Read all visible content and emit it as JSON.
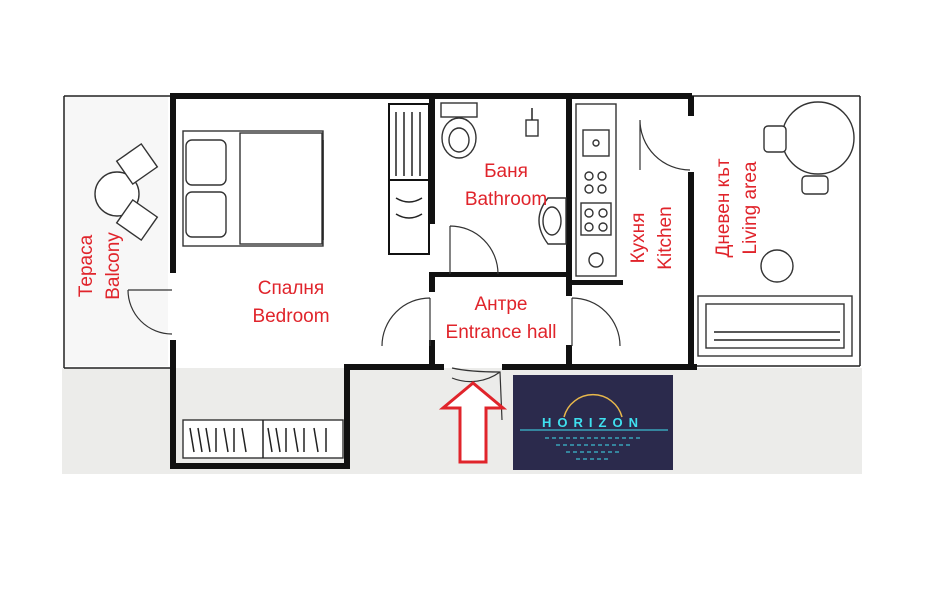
{
  "rooms": {
    "balcony": {
      "bg": "Тераса",
      "en": "Balcony"
    },
    "bedroom": {
      "bg": "Спалня",
      "en": "Bedroom"
    },
    "bathroom": {
      "bg": "Баня",
      "en": "Bathroom"
    },
    "entrance": {
      "bg": "Антре",
      "en": "Entrance hall"
    },
    "kitchen": {
      "bg": "Кухня",
      "en": "Kitchen"
    },
    "living": {
      "bg": "Дневен кът",
      "en": "Living area"
    }
  },
  "logo": {
    "text": "HORIZON",
    "bg_color": "#2b2a4c",
    "text_color": "#3fe0ef",
    "arc_color": "#e8b84b"
  },
  "colors": {
    "label": "#e0242b",
    "wall": "#111111",
    "outside": "#ececea",
    "arrow": "#e0242b"
  },
  "icons": [
    "entrance-arrow-icon",
    "bed-icon",
    "toilet-icon",
    "sink-icon",
    "stove-icon",
    "table-icon",
    "sofa-icon",
    "wardrobe-icon"
  ]
}
